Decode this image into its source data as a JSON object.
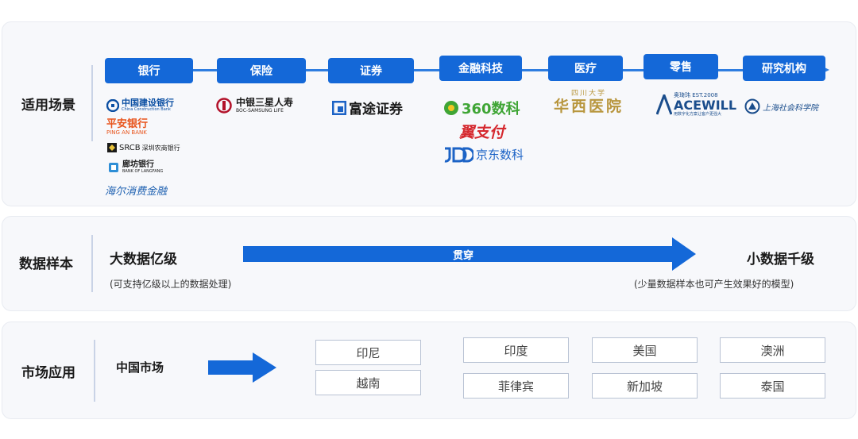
{
  "sections": {
    "scenarios": "适用场景",
    "data_sample": "数据样本",
    "market": "市场应用"
  },
  "categories": [
    "银行",
    "保险",
    "证券",
    "金融科技",
    "医疗",
    "零售",
    "研究机构"
  ],
  "logos": {
    "ccb_name": "中国建设银行",
    "ccb_en": "China Construction Bank",
    "pingan": "平安银行",
    "pingan_en": "PING AN BANK",
    "srcb": "SRCB",
    "srcb_cn": "深圳农商银行",
    "langfang": "廊坊银行",
    "langfang_en": "BANK OF LANGFANG",
    "haier": "海尔消费金融",
    "boc_samsung": "中银三星人寿",
    "boc_samsung_en": "BOC-SAMSUNG LIFE",
    "futu": "富途证券",
    "s360": "360数科",
    "yizhifu": "翼支付",
    "jd": "京东数科",
    "sichuan_top": "四川大学",
    "huaxi": "华西医院",
    "acewill_top": "奥琦玮",
    "acewill_est": "EST.2008",
    "acewill": "ACEWILL",
    "acewill_sub": "用数字化方案让客户更强大",
    "shanghai": "上海社会科学院"
  },
  "data_sample": {
    "left_big": "大数据亿级",
    "left_small": "(可支持亿级以上的数据处理)",
    "arrow_label": "贯穿",
    "right_big": "小数据千级",
    "right_small": "(少量数据样本也可产生效果好的模型)"
  },
  "market": {
    "china": "中国市场",
    "countries": [
      "印尼",
      "越南",
      "印度",
      "菲律宾",
      "美国",
      "新加坡",
      "澳洲",
      "泰国"
    ]
  },
  "colors": {
    "accent": "#1468d8",
    "panel_bg": "#f7f8fb",
    "pingan_orange": "#e8541c",
    "ccb_blue": "#0a4ea2",
    "boc_red": "#b3122a",
    "futu_blue": "#1c63c6",
    "s360_green": "#3fa535",
    "yizhifu_red": "#d5282e",
    "huaxi_gold": "#b8963e",
    "acewill_blue": "#1a4d8c"
  }
}
